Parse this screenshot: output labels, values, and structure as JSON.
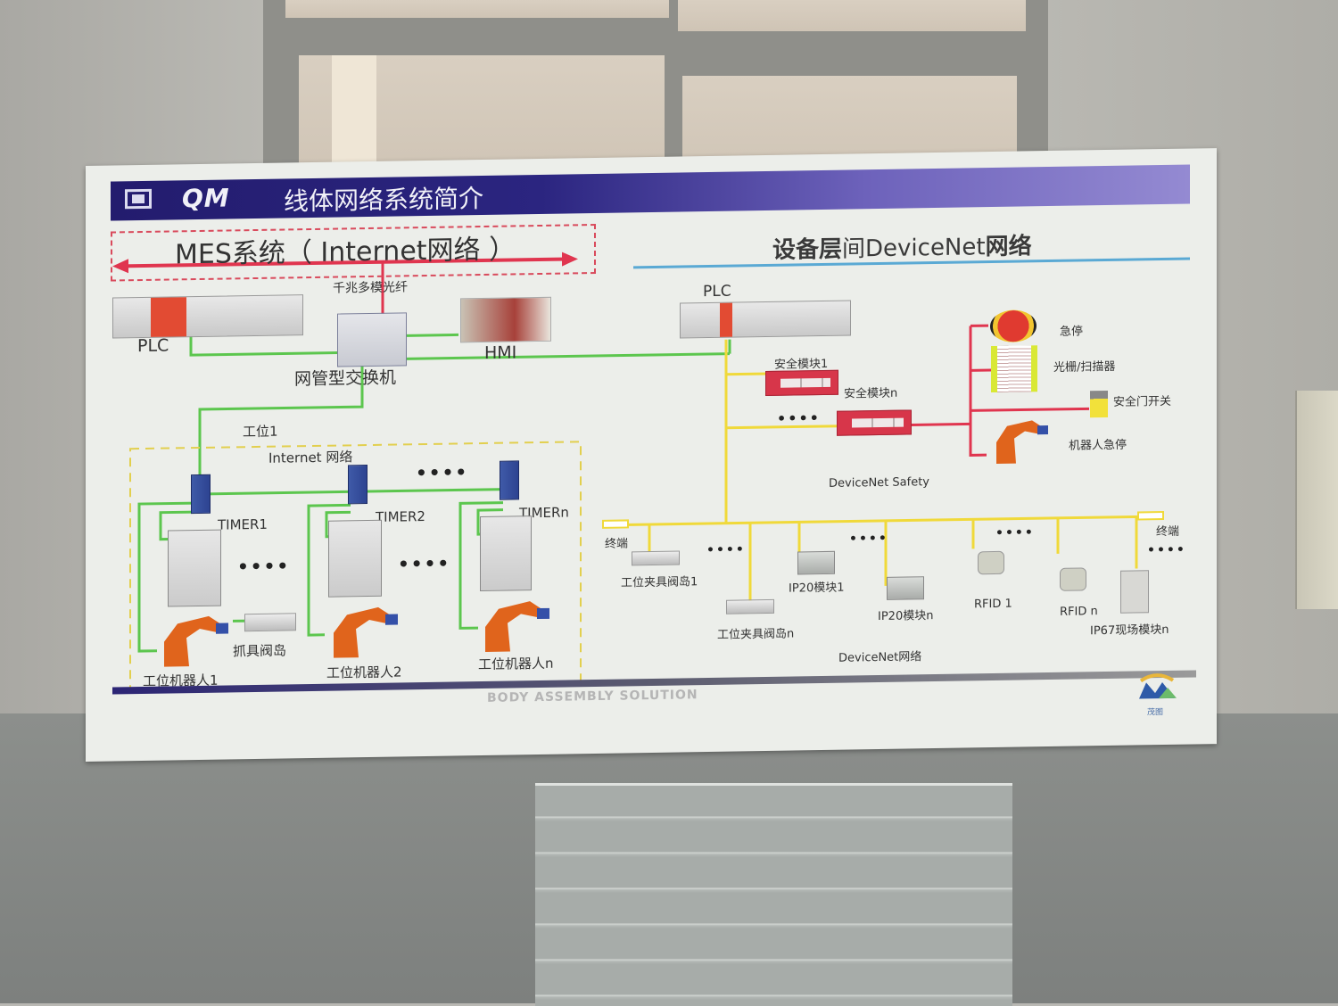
{
  "poster": {
    "title_brand": "QM",
    "title": "线体网络系统简介",
    "left_section": {
      "mes_label": "MES系统（ Internet网络 ）",
      "fiber_label": "千兆多模光纤",
      "plc_label": "PLC",
      "hmi_label": "HMI",
      "switch_label": "网管型交换机",
      "station_label": "工位1",
      "internet_group_label": "Internet 网络",
      "timers": [
        "TIMER1",
        "TIMER2",
        "TIMERn"
      ],
      "robots": [
        "工位机器人1",
        "工位机器人2",
        "工位机器人n"
      ],
      "gripper_valve_label": "抓具阀岛",
      "ellipsis": "••••"
    },
    "right_section": {
      "title_bold_1": "设备层",
      "title_regular": "间DeviceNet",
      "title_bold_2": "网络",
      "plc_label": "PLC",
      "safety_modules": [
        "安全模块1",
        "安全模块n"
      ],
      "safety_devices": [
        "急停",
        "光栅/扫描器",
        "安全门开关",
        "机器人急停"
      ],
      "safety_network_label": "DeviceNet Safety",
      "terminator_labels": [
        "终端",
        "终端"
      ],
      "devices": [
        "工位夹具阀岛1",
        "工位夹具阀岛n",
        "IP20模块1",
        "IP20模块n",
        "RFID 1",
        "RFID n",
        "IP67现场模块n"
      ],
      "devicenet_label": "DeviceNet网络",
      "ellipsis": "••••"
    },
    "footer": {
      "slogan": "BODY ASSEMBLY SOLUTION",
      "logo_text": "茂图"
    }
  },
  "colors": {
    "title_bar": "#2b2580",
    "ethernet_wire": "#5cc64e",
    "devicenet_wire": "#f0d93a",
    "safety_wire": "#e0354f",
    "mes_arrow": "#e0354f",
    "rule": "#5aa9d4"
  }
}
